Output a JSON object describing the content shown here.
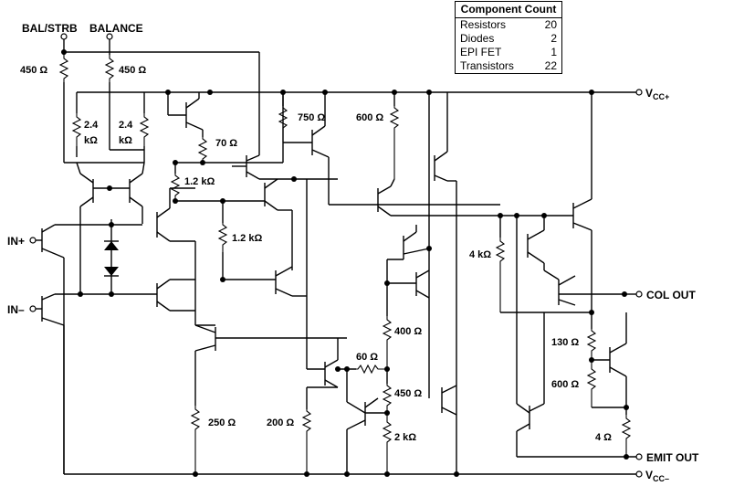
{
  "pins": {
    "bal_strb": "BAL/STRB",
    "balance": "BALANCE",
    "vcc_plus": "V",
    "vcc_plus_sub": "CC+",
    "vcc_minus": "V",
    "vcc_minus_sub": "CC–",
    "in_plus": "IN+",
    "in_minus": "IN–",
    "col_out": "COL OUT",
    "emit_out": "EMIT OUT"
  },
  "resistors": {
    "r450_bal": "450 Ω",
    "r450_strb": "450 Ω",
    "r2k4_a": "2.4",
    "r2k4_a_unit": "kΩ",
    "r2k4_b": "2.4",
    "r2k4_b_unit": "kΩ",
    "r70": "70 Ω",
    "r750": "750 Ω",
    "r600_top": "600 Ω",
    "r1k2_a": "1.2 kΩ",
    "r1k2_b": "1.2 kΩ",
    "r4k": "4 kΩ",
    "r400": "400 Ω",
    "r60": "60 Ω",
    "r450_mid": "450 Ω",
    "r2k": "2 kΩ",
    "r250": "250 Ω",
    "r200": "200 Ω",
    "r130": "130 Ω",
    "r600_out": "600 Ω",
    "r4": "4 Ω"
  },
  "component_count": {
    "title": "Component Count",
    "rows": [
      {
        "label": "Resistors",
        "count": "20"
      },
      {
        "label": "Diodes",
        "count": "2"
      },
      {
        "label": "EPI FET",
        "count": "1"
      },
      {
        "label": "Transistors",
        "count": "22"
      }
    ]
  }
}
